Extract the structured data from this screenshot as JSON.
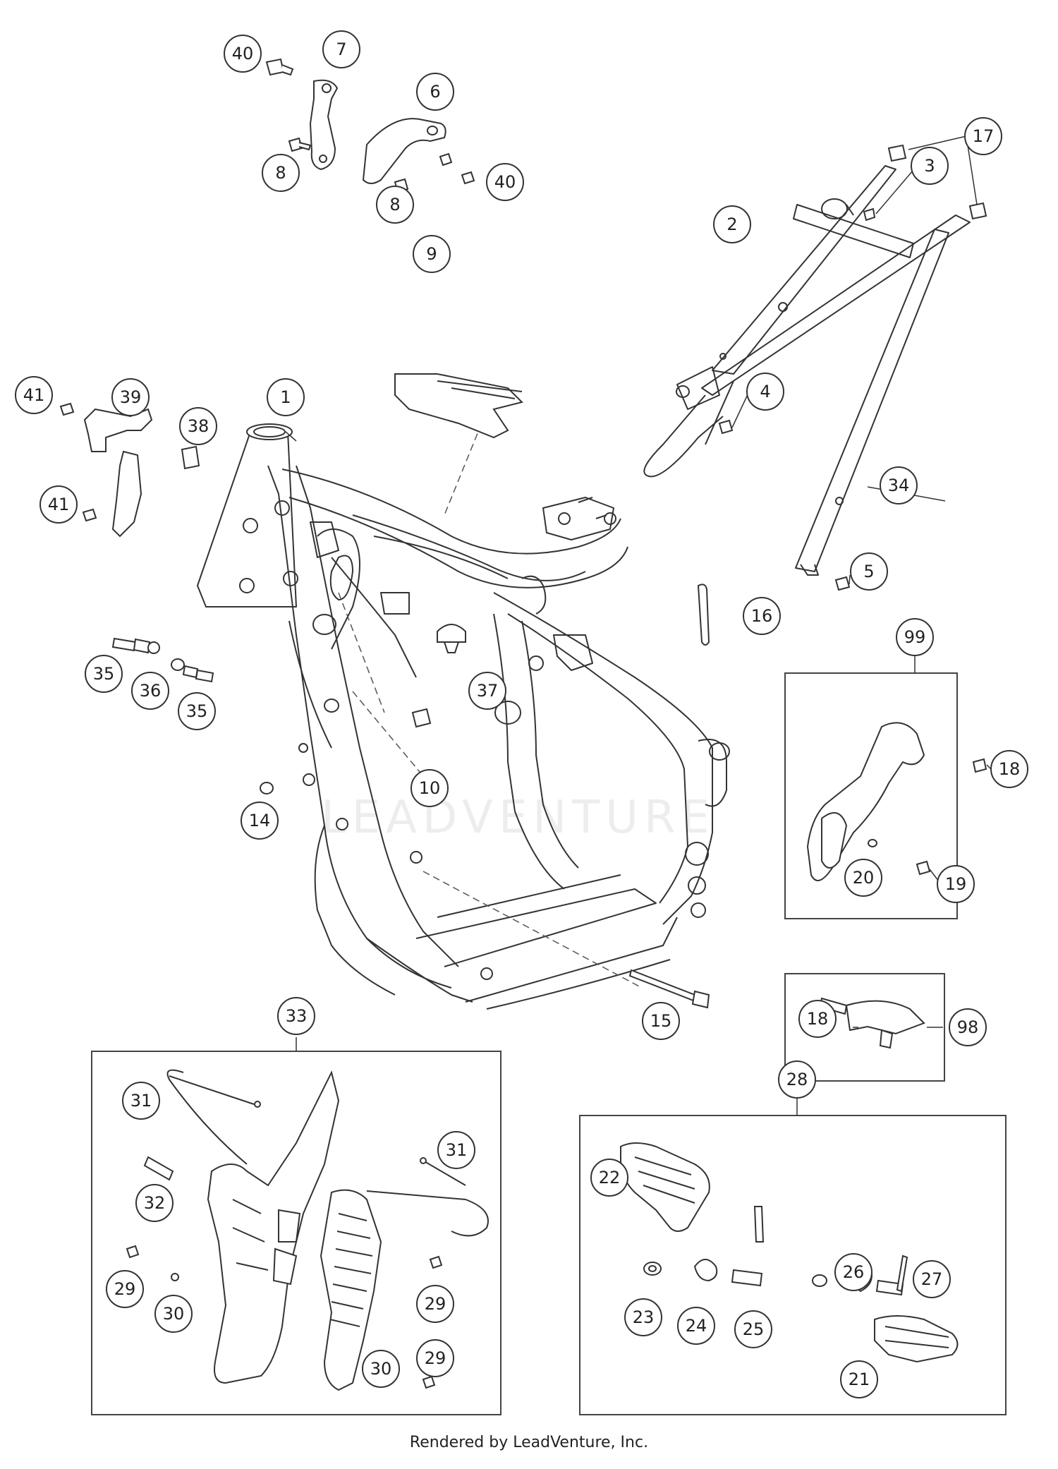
{
  "diagram": {
    "watermark": "LEADVENTURE",
    "callouts": [
      {
        "id": "c40a",
        "label": "40"
      },
      {
        "id": "c7",
        "label": "7"
      },
      {
        "id": "c6",
        "label": "6"
      },
      {
        "id": "c8a",
        "label": "8"
      },
      {
        "id": "c40b",
        "label": "40"
      },
      {
        "id": "c8b",
        "label": "8"
      },
      {
        "id": "c17",
        "label": "17"
      },
      {
        "id": "c3",
        "label": "3"
      },
      {
        "id": "c2",
        "label": "2"
      },
      {
        "id": "c9",
        "label": "9"
      },
      {
        "id": "c41a",
        "label": "41"
      },
      {
        "id": "c39",
        "label": "39"
      },
      {
        "id": "c1",
        "label": "1"
      },
      {
        "id": "c38",
        "label": "38"
      },
      {
        "id": "c4",
        "label": "4"
      },
      {
        "id": "c41b",
        "label": "41"
      },
      {
        "id": "c34",
        "label": "34"
      },
      {
        "id": "c5",
        "label": "5"
      },
      {
        "id": "c16",
        "label": "16"
      },
      {
        "id": "c99",
        "label": "99"
      },
      {
        "id": "c35a",
        "label": "35"
      },
      {
        "id": "c36",
        "label": "36"
      },
      {
        "id": "c35b",
        "label": "35"
      },
      {
        "id": "c37",
        "label": "37"
      },
      {
        "id": "c18a",
        "label": "18"
      },
      {
        "id": "c10",
        "label": "10"
      },
      {
        "id": "c14",
        "label": "14"
      },
      {
        "id": "c20",
        "label": "20"
      },
      {
        "id": "c19",
        "label": "19"
      },
      {
        "id": "c33",
        "label": "33"
      },
      {
        "id": "c15",
        "label": "15"
      },
      {
        "id": "c18b",
        "label": "18"
      },
      {
        "id": "c98",
        "label": "98"
      },
      {
        "id": "c31a",
        "label": "31"
      },
      {
        "id": "c28",
        "label": "28"
      },
      {
        "id": "c31b",
        "label": "31"
      },
      {
        "id": "c32",
        "label": "32"
      },
      {
        "id": "c22",
        "label": "22"
      },
      {
        "id": "c26",
        "label": "26"
      },
      {
        "id": "c27",
        "label": "27"
      },
      {
        "id": "c29a",
        "label": "29"
      },
      {
        "id": "c30a",
        "label": "30"
      },
      {
        "id": "c29b",
        "label": "29"
      },
      {
        "id": "c23",
        "label": "23"
      },
      {
        "id": "c24",
        "label": "24"
      },
      {
        "id": "c25",
        "label": "25"
      },
      {
        "id": "c29c",
        "label": "29"
      },
      {
        "id": "c30b",
        "label": "30"
      },
      {
        "id": "c21",
        "label": "21"
      }
    ]
  },
  "footer": {
    "text": "Rendered by LeadVenture, Inc."
  }
}
